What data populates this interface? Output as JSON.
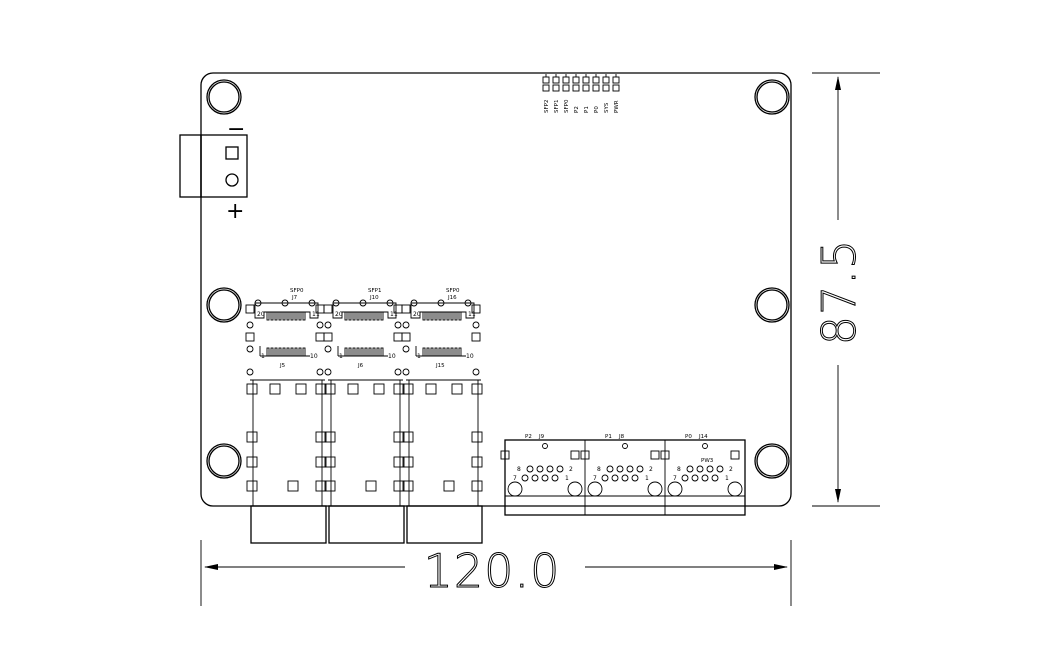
{
  "dimensions": {
    "width_label": "120.0",
    "height_label": "87.5"
  },
  "power_terminal": {
    "minus": "−",
    "plus": "+"
  },
  "leds": [
    "SFP2",
    "SFP1",
    "SFP0",
    "P2",
    "P1",
    "P0",
    "SYS",
    "PWR"
  ],
  "sfp_cages": [
    {
      "name": "SFP0",
      "ref": "J7",
      "bottom_ref": "J5",
      "pin_left": "20",
      "pin_right": "11",
      "pin_bottom_left": "1",
      "pin_bottom_right": "10"
    },
    {
      "name": "SFP1",
      "ref": "J10",
      "bottom_ref": "J6",
      "pin_left": "20",
      "pin_right": "11",
      "pin_bottom_left": "1",
      "pin_bottom_right": "10"
    },
    {
      "name": "SFP0",
      "ref": "J16",
      "bottom_ref": "J15",
      "pin_left": "20",
      "pin_right": "11",
      "pin_bottom_left": "1",
      "pin_bottom_right": "10"
    }
  ],
  "rj45_ports": [
    {
      "name": "P2",
      "ref": "J9",
      "extra": "",
      "pin_top_left": "8",
      "pin_top_right": "2",
      "pin_bottom_left": "7",
      "pin_bottom_right": "1"
    },
    {
      "name": "P1",
      "ref": "J8",
      "extra": "",
      "pin_top_left": "8",
      "pin_top_right": "2",
      "pin_bottom_left": "7",
      "pin_bottom_right": "1"
    },
    {
      "name": "P0",
      "ref": "J14",
      "extra": "PW3",
      "pin_top_left": "8",
      "pin_top_right": "2",
      "pin_bottom_left": "7",
      "pin_bottom_right": "1"
    }
  ]
}
